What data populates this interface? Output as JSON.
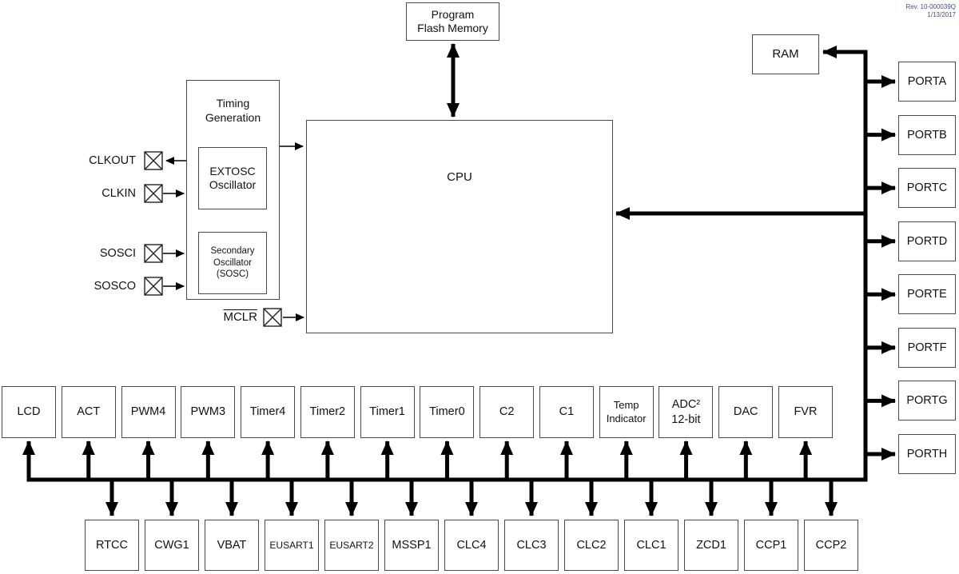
{
  "meta": {
    "rev_line1": "Rev. 10-000039Q",
    "rev_line2": "1/13/2017"
  },
  "blocks": {
    "program_flash": "Program\nFlash Memory",
    "ram": "RAM",
    "timing_generation": "Timing\nGeneration",
    "extosc": "EXTOSC\nOscillator",
    "sosc": "Secondary\nOscillator\n(SOSC)",
    "cpu": "CPU"
  },
  "pins": {
    "clkout": "CLKOUT",
    "clkin": "CLKIN",
    "sosci": "SOSCI",
    "sosco": "SOSCO",
    "mclr": "MCLR"
  },
  "ports": [
    "PORTA",
    "PORTB",
    "PORTC",
    "PORTD",
    "PORTE",
    "PORTF",
    "PORTG",
    "PORTH"
  ],
  "peripherals_top": [
    "LCD",
    "ACT",
    "PWM4",
    "PWM3",
    "Timer4",
    "Timer2",
    "Timer1",
    "Timer0",
    "C2",
    "C1",
    "Temp\nIndicator",
    "ADC²\n12-bit",
    "DAC",
    "FVR"
  ],
  "peripherals_bottom": [
    "RTCC",
    "CWG1",
    "VBAT",
    "EUSART1",
    "EUSART2",
    "MSSP1",
    "CLC4",
    "CLC3",
    "CLC2",
    "CLC1",
    "ZCD1",
    "CCP1",
    "CCP2"
  ],
  "colors": {
    "line": "#000000",
    "box_border": "#4a4a4a",
    "background": "#ffffff",
    "text": "#111111"
  }
}
